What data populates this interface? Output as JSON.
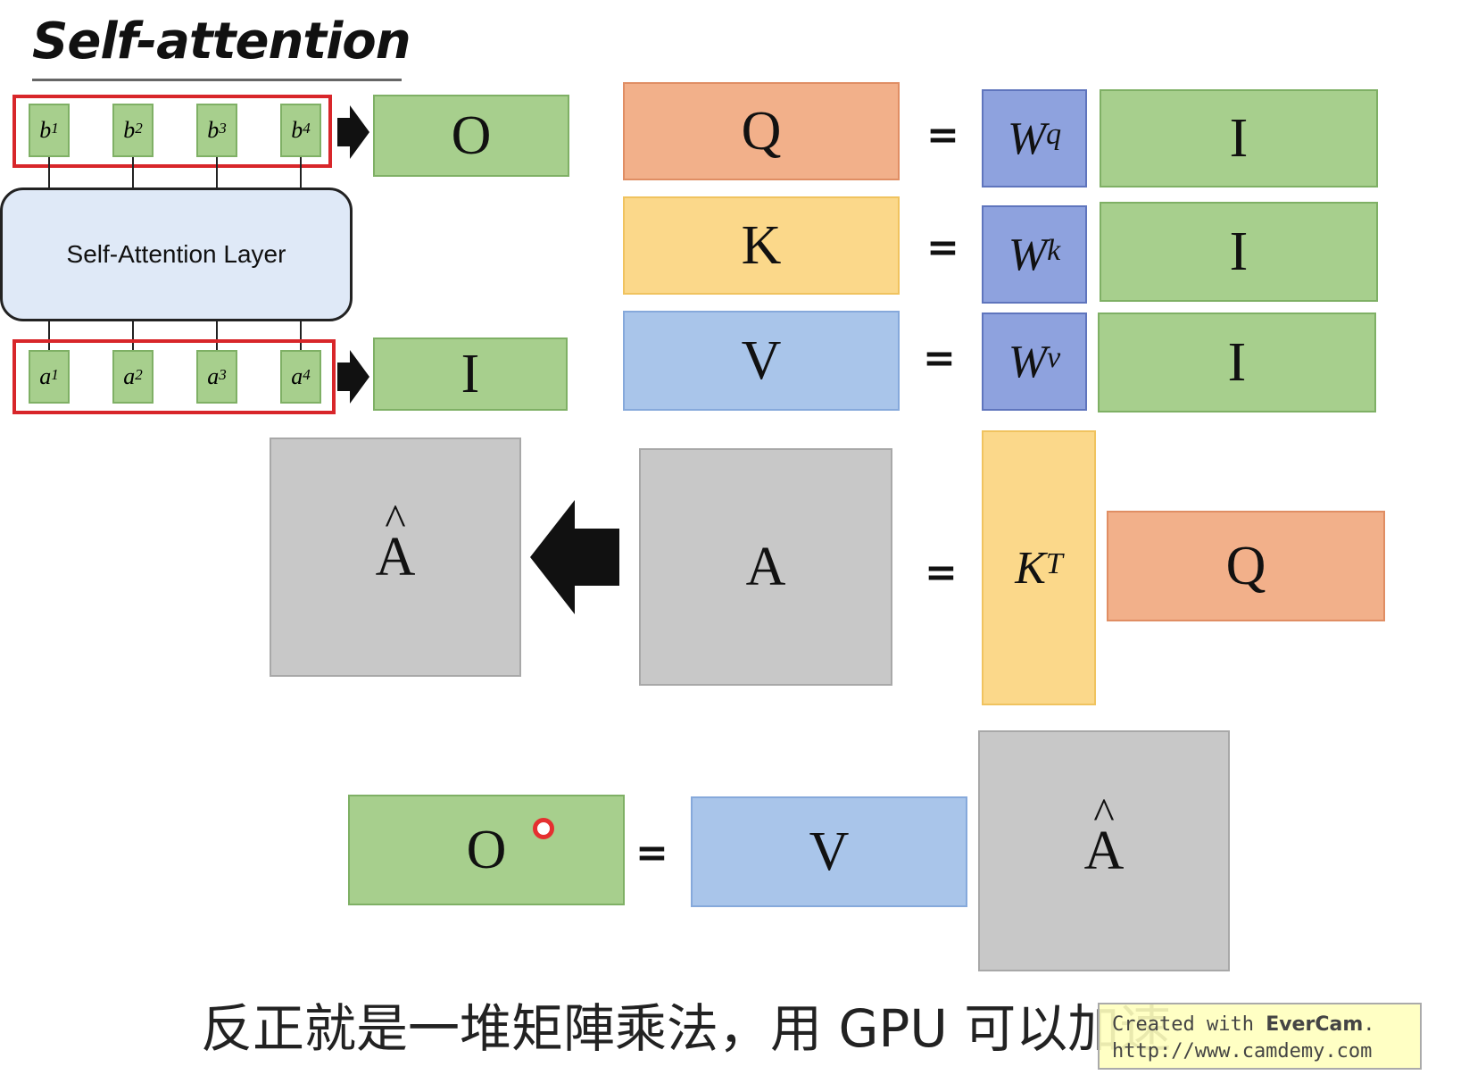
{
  "title": "Self-attention",
  "layer_label": "Self-Attention Layer",
  "outputs": [
    {
      "base": "b",
      "sup": "1"
    },
    {
      "base": "b",
      "sup": "2"
    },
    {
      "base": "b",
      "sup": "3"
    },
    {
      "base": "b",
      "sup": "4"
    }
  ],
  "inputs": [
    {
      "base": "a",
      "sup": "1"
    },
    {
      "base": "a",
      "sup": "2"
    },
    {
      "base": "a",
      "sup": "3"
    },
    {
      "base": "a",
      "sup": "4"
    }
  ],
  "matrix_O": "O",
  "matrix_I": "I",
  "equals": "=",
  "qkv": [
    {
      "lhs": "Q",
      "w_base": "W",
      "w_sup": "q",
      "rhs": "I"
    },
    {
      "lhs": "K",
      "w_base": "W",
      "w_sup": "k",
      "rhs": "I"
    },
    {
      "lhs": "V",
      "w_base": "W",
      "w_sup": "v",
      "rhs": "I"
    }
  ],
  "attention": {
    "a_hat": "A",
    "a": "A",
    "kt_base": "K",
    "kt_sup": "T",
    "q": "Q"
  },
  "output_eq": {
    "o": "O",
    "v": "V",
    "a_hat": "A"
  },
  "hat_glyph": "^",
  "subtitle": "反正就是一堆矩陣乘法，用 GPU 可以加速",
  "watermark": {
    "line1_prefix": "Created with ",
    "brand": "EverCam",
    "line1_suffix": ".",
    "line2": "http://www.camdemy.com"
  },
  "colors": {
    "green": "#a7cf8d",
    "orange": "#f2b08a",
    "yellow": "#fbd88a",
    "blue": "#a9c5ea",
    "w_blue": "#8ea2de",
    "gray": "#c8c8c8",
    "red_frame": "#d8262a"
  }
}
